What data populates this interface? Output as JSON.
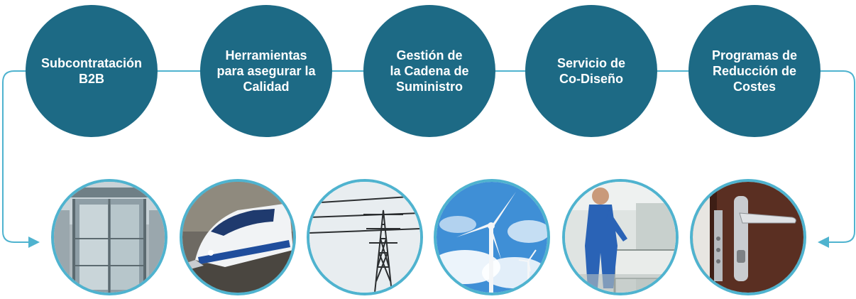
{
  "colors": {
    "circle_fill": "#1d6a85",
    "circle_text": "#ffffff",
    "connector": "#4fb3cf",
    "photo_border": "#4fb3cf"
  },
  "services": [
    {
      "label": "Subcontratación\nB2B"
    },
    {
      "label": "Herramientas\npara asegurar la\nCalidad"
    },
    {
      "label": "Gestión de\nla Cadena de\nSuministro"
    },
    {
      "label": "Servicio de\nCo-Diseño"
    },
    {
      "label": "Programas de\nReducción de\nCostes"
    }
  ],
  "photos": [
    {
      "icon": "elevator-photo"
    },
    {
      "icon": "high-speed-train-photo"
    },
    {
      "icon": "power-pylon-photo"
    },
    {
      "icon": "wind-turbine-photo"
    },
    {
      "icon": "hospital-worker-photo"
    },
    {
      "icon": "door-handle-photo"
    }
  ]
}
